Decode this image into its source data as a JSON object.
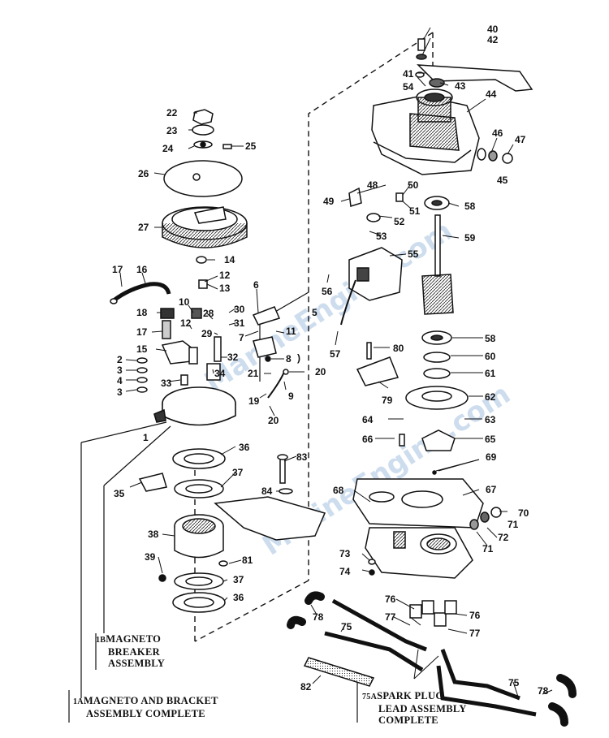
{
  "watermark": "MarineEngine.com",
  "captions": {
    "magneto_breaker": {
      "code": "1B",
      "lines": [
        "MAGNETO",
        "BREAKER",
        "ASSEMBLY"
      ]
    },
    "magneto_bracket": {
      "code": "1A",
      "lines": [
        "MAGNETO AND BRACKET",
        "ASSEMBLY COMPLETE"
      ]
    },
    "spark_plug_lead": {
      "code": "75A",
      "lines": [
        "SPARK PLUG",
        "LEAD ASSEMBLY",
        "COMPLETE"
      ]
    }
  },
  "part_numbers": {
    "n40": "40",
    "n42": "42",
    "n41": "41",
    "n54": "54",
    "n43": "43",
    "n44": "44",
    "n46": "46",
    "n47": "47",
    "n45": "45",
    "n22": "22",
    "n23": "23",
    "n24": "24",
    "n25": "25",
    "n26": "26",
    "n27": "27",
    "n14": "14",
    "n48": "48",
    "n50": "50",
    "n49": "49",
    "n51": "51",
    "n52": "52",
    "n53": "53",
    "n58a": "58",
    "n59": "59",
    "n55": "55",
    "n56": "56",
    "n17a": "17",
    "n16": "16",
    "n12a": "12",
    "n13": "13",
    "n6": "6",
    "n10": "10",
    "n18": "18",
    "n28": "28",
    "n30": "30",
    "n5": "5",
    "n17b": "17",
    "n12b": "12",
    "n29": "29",
    "n31": "31",
    "n7": "7",
    "n11": "11",
    "n15": "15",
    "n32": "32",
    "n8": "8",
    "n2": "2",
    "n3a": "3",
    "n4": "4",
    "n3b": "3",
    "n33": "33",
    "n34": "34",
    "n21": "21",
    "n20a": "20",
    "n9": "9",
    "n19": "19",
    "n20b": "20",
    "n57": "57",
    "n80": "80",
    "n58b": "58",
    "n60": "60",
    "n61": "61",
    "n79": "79",
    "n62": "62",
    "n64": "64",
    "n63": "63",
    "n1": "1",
    "n66": "66",
    "n65": "65",
    "n36a": "36",
    "n83": "83",
    "n69": "69",
    "n37a": "37",
    "n35": "35",
    "n84": "84",
    "n68": "68",
    "n67": "67",
    "n70": "70",
    "n71a": "71",
    "n72": "72",
    "n71b": "71",
    "n38": "38",
    "n73": "73",
    "n74": "74",
    "n39": "39",
    "n81": "81",
    "n37b": "37",
    "n36b": "36",
    "n76a": "76",
    "n76b": "76",
    "n78a": "78",
    "n75a": "75",
    "n77a": "77",
    "n77b": "77",
    "n82": "82",
    "n75b": "75",
    "n78b": "78"
  }
}
